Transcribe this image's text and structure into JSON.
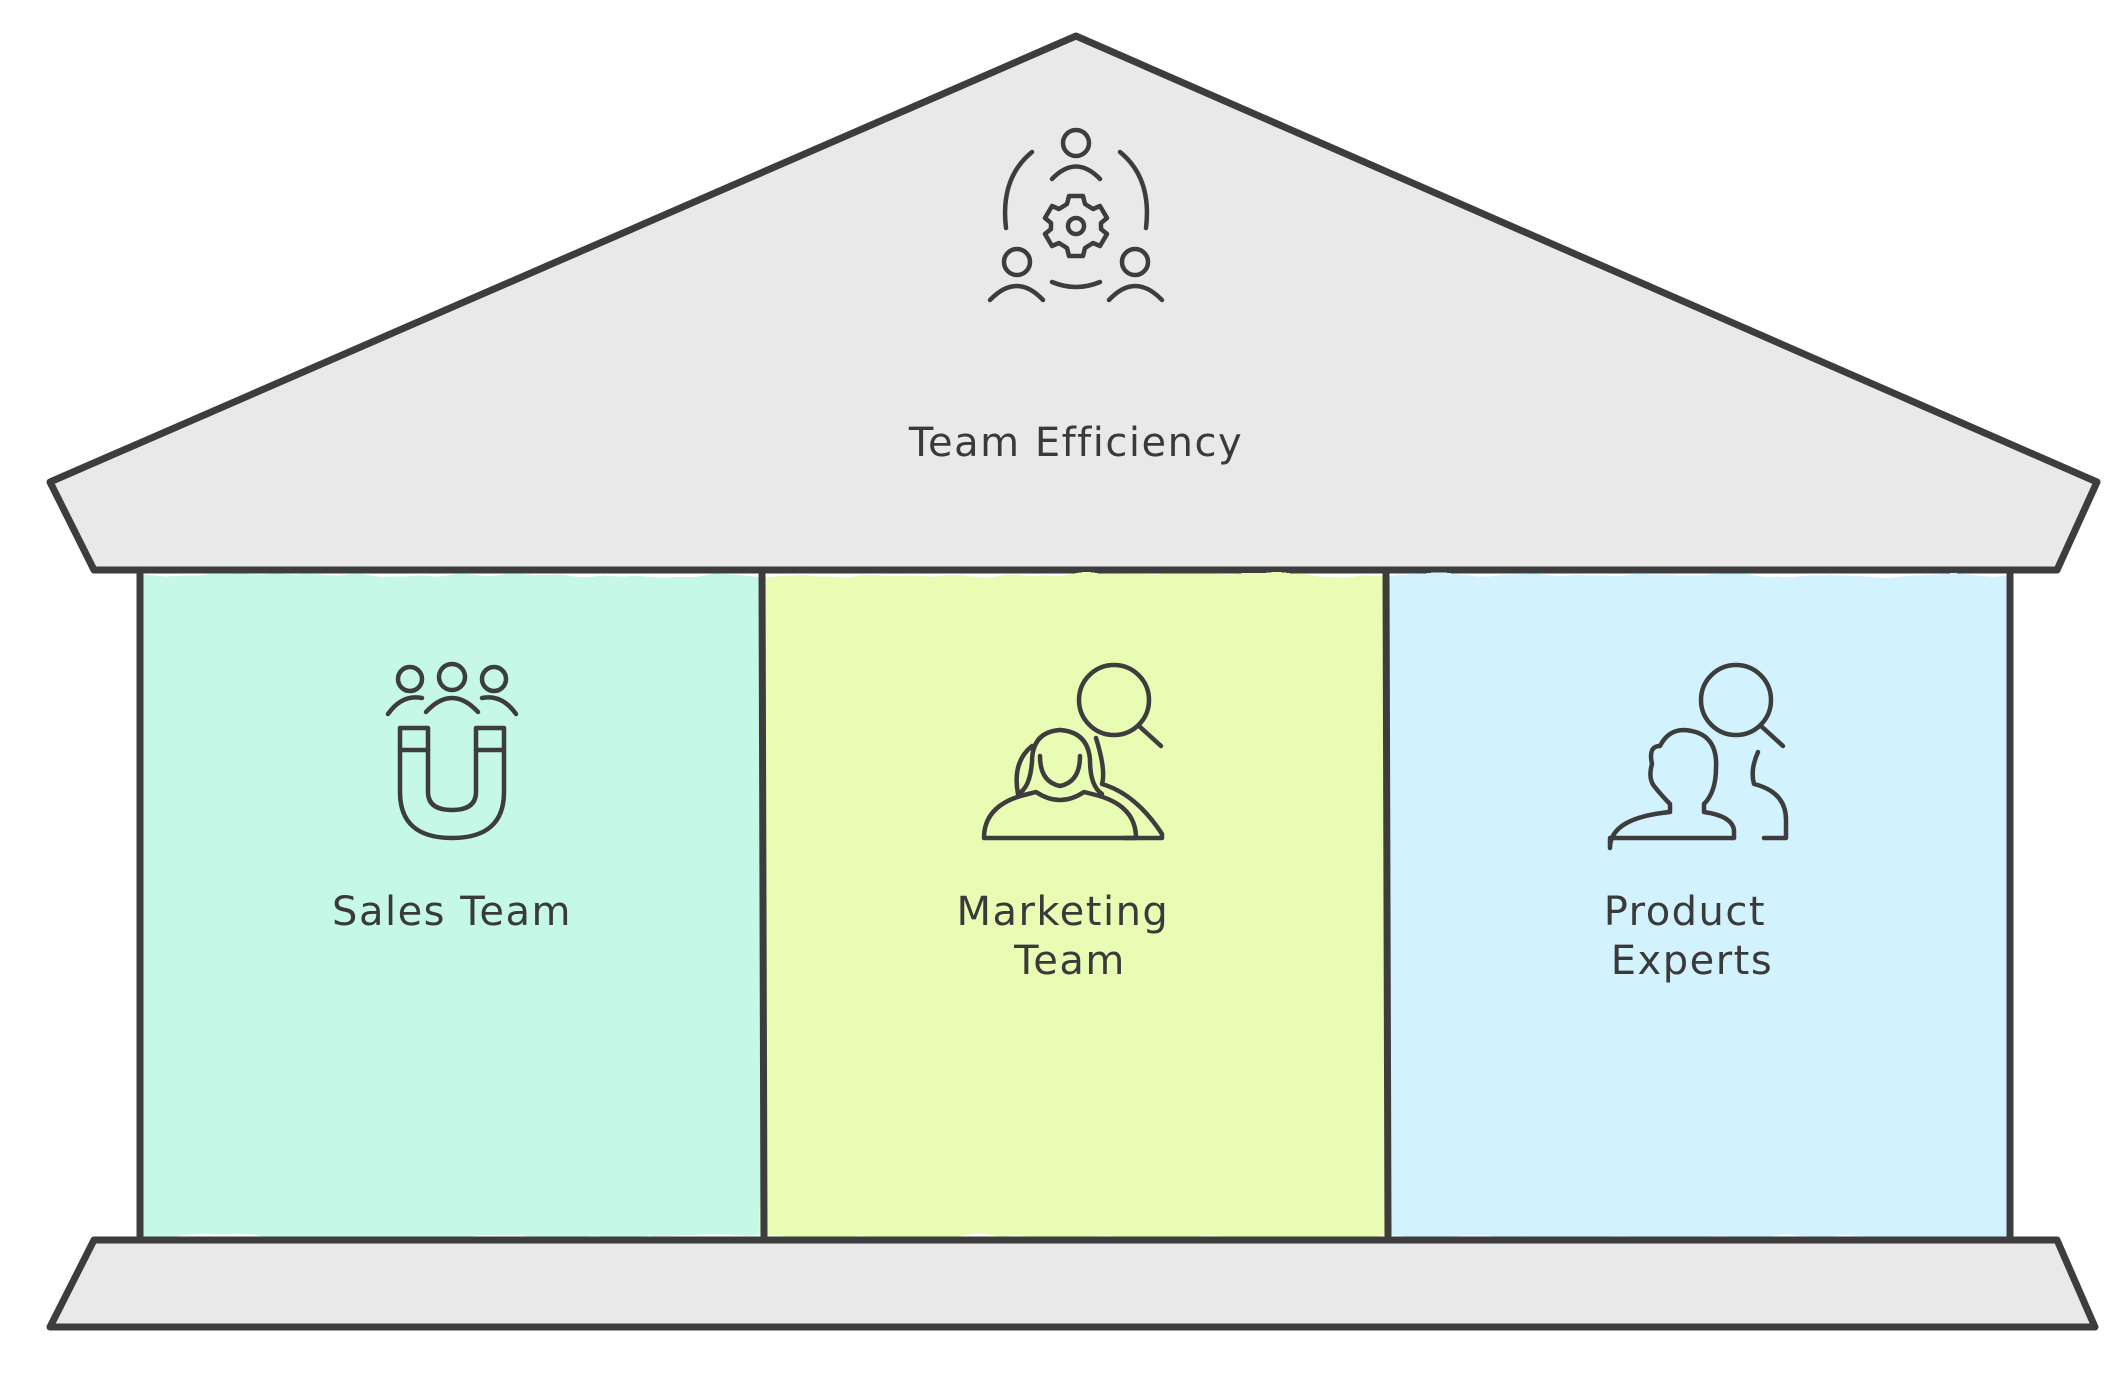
{
  "roof": {
    "label": "Team Efficiency",
    "icon": "team-gear-icon",
    "color": "#e9e9e9"
  },
  "pillars": [
    {
      "label_lines": [
        "Sales Team"
      ],
      "icon": "people-magnet-icon",
      "color": "#c5f8e6"
    },
    {
      "label_lines": [
        "Marketing",
        "Team"
      ],
      "icon": "people-search-icon",
      "color": "#e8fcb4"
    },
    {
      "label_lines": [
        "Product",
        "Experts"
      ],
      "icon": "person-search-icon",
      "color": "#d2f2fe"
    }
  ],
  "base": {
    "color": "#e9e9e9"
  },
  "stroke_color": "#3d3d3d"
}
